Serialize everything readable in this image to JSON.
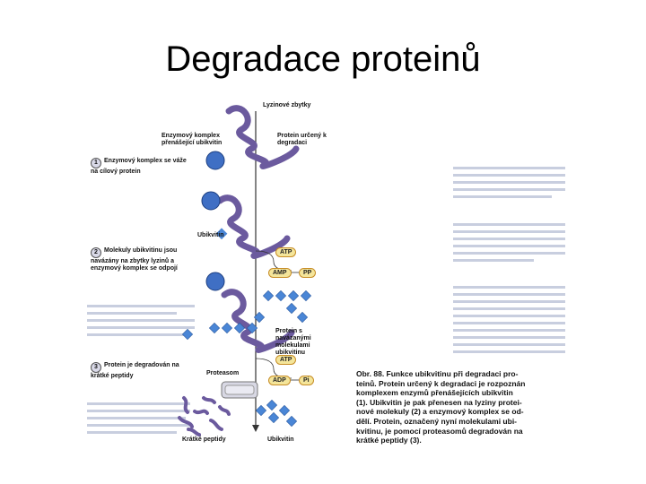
{
  "title": "Degradace proteinů",
  "figure": {
    "labels": {
      "lysine": "Lyzinové zbytky",
      "enzyme_complex": "Enzymový komplex přenášející ubikvitin",
      "target_protein": "Protein určený k degradaci",
      "ubiquitin": "Ubikvitin",
      "protein_tagged": "Protein s navázanými molekulami ubikvitinu",
      "proteasome": "Proteasom",
      "short_peptides": "Krátké peptidy",
      "ubiquitin_bottom": "Ubikvitin"
    },
    "steps": [
      {
        "num": "1",
        "text": "Enzymový komplex se váže na cílový protein"
      },
      {
        "num": "2",
        "text": "Molekuly ubikvitinu jsou navázány na zbytky lyzinů a enzymový komplex se odpojí"
      },
      {
        "num": "3",
        "text": "Protein je degradován na krátké peptidy"
      }
    ],
    "pills": {
      "atp1": "ATP",
      "amp": "AMP",
      "pp": "PP",
      "atp2": "ATP",
      "adp": "ADP",
      "pi": "Pi"
    },
    "caption_lines": [
      "Obr. 88. Funkce ubikvitinu při degradaci pro-",
      "teinů. Protein určený k degradaci je rozpoznán",
      "komplexem enzymů přenášejících ubikvitin",
      "(1). Ubikvitin je pak přenesen na lyziny protei-",
      "nové molekuly (2) a enzymový komplex se od-",
      "dělí. Protein, označený nyní molekulami ubi-",
      "kvitinu, je pomocí proteasomů degradován na",
      "krátké peptidy (3)."
    ],
    "colors": {
      "protein": "#6b5a9e",
      "enzyme": "#3f6fc4",
      "ubiquitin": "#4a86d6",
      "pill_fill": "#f4e59a"
    }
  }
}
